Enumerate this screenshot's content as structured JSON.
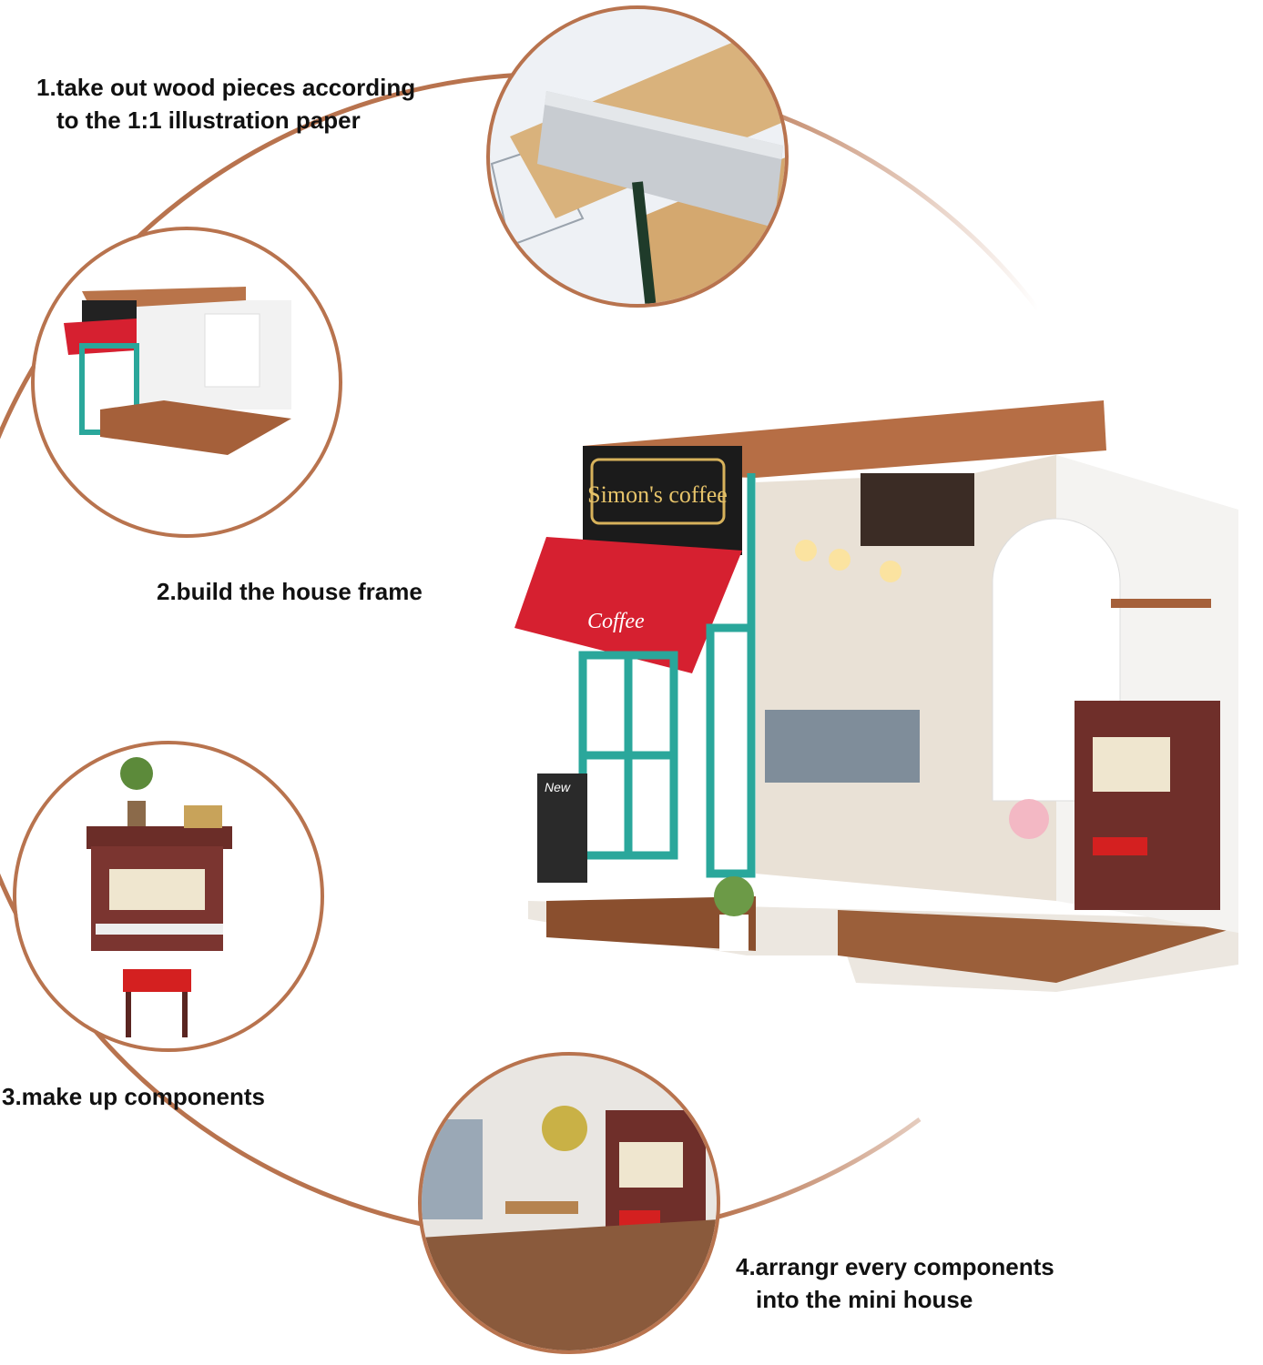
{
  "steps": [
    {
      "number": "1",
      "line1": "1.take out wood pieces according",
      "line2": "to the 1:1 illustration paper"
    },
    {
      "number": "2",
      "line1": "2.build the house frame"
    },
    {
      "number": "3",
      "line1": "3.make up components"
    },
    {
      "number": "4",
      "line1": "4.arrangr every components",
      "line2": "into the mini house"
    }
  ],
  "product_signage": {
    "shop_sign": "Simon's coffee",
    "awning": "Coffee",
    "chalkboard": "New"
  },
  "colors": {
    "arc": "#b8734e",
    "circle_border": "#b8734e",
    "awning": "#d62030",
    "frame": "#2aa79b",
    "wood": "#a5603a"
  }
}
